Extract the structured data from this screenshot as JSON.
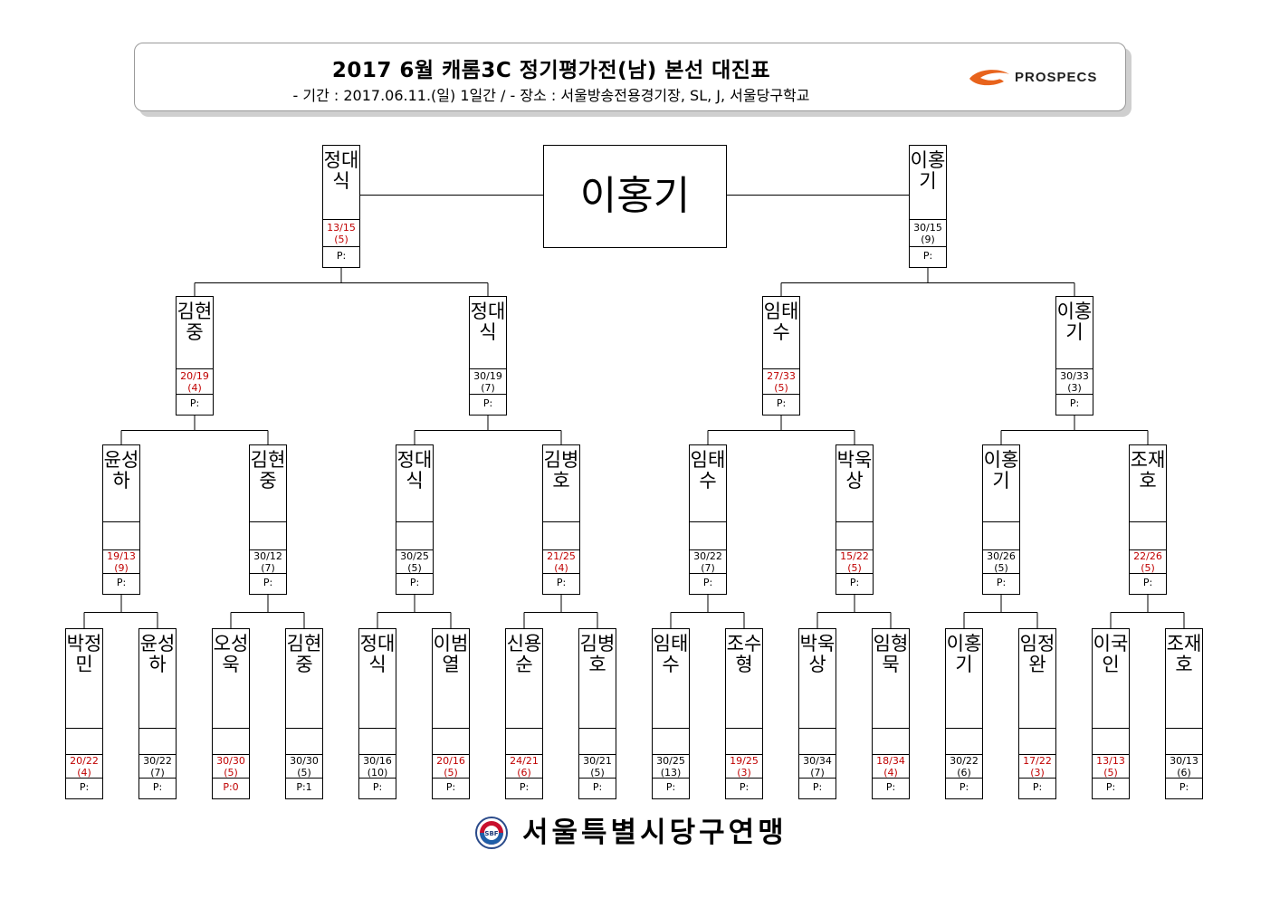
{
  "header": {
    "title": "2017 6월 캐롬3C 정기평가전(남) 본선 대진표",
    "subtitle": "- 기간 : 2017.06.11.(일) 1일간 / - 장소 : 서울방송전용경기장, SL, J, 서울당구학교",
    "sponsor": "PROSPECS"
  },
  "champion": "이홍기",
  "footer": {
    "organization": "서울특별시당구연맹",
    "seal_text": "SBF"
  },
  "colors": {
    "loss": "#c00000",
    "line": "#000000",
    "border": "#9a9a9a"
  },
  "bracket": {
    "round16": [
      {
        "name": "박정민",
        "score": "20/22",
        "inn": "(4)",
        "p": "P:",
        "red": true
      },
      {
        "name": "윤성하",
        "score": "30/22",
        "inn": "(7)",
        "p": "P:",
        "red": false
      },
      {
        "name": "오성욱",
        "score": "30/30",
        "inn": "(5)",
        "p": "P:0",
        "red": true
      },
      {
        "name": "김현중",
        "score": "30/30",
        "inn": "(5)",
        "p": "P:1",
        "red": false
      },
      {
        "name": "정대식",
        "score": "30/16",
        "inn": "(10)",
        "p": "P:",
        "red": false
      },
      {
        "name": "이범열",
        "score": "20/16",
        "inn": "(5)",
        "p": "P:",
        "red": true
      },
      {
        "name": "신용순",
        "score": "24/21",
        "inn": "(6)",
        "p": "P:",
        "red": true
      },
      {
        "name": "김병호",
        "score": "30/21",
        "inn": "(5)",
        "p": "P:",
        "red": false
      },
      {
        "name": "임태수",
        "score": "30/25",
        "inn": "(13)",
        "p": "P:",
        "red": false
      },
      {
        "name": "조수형",
        "score": "19/25",
        "inn": "(3)",
        "p": "P:",
        "red": true
      },
      {
        "name": "박욱상",
        "score": "30/34",
        "inn": "(7)",
        "p": "P:",
        "red": false
      },
      {
        "name": "임형묵",
        "score": "18/34",
        "inn": "(4)",
        "p": "P:",
        "red": true
      },
      {
        "name": "이홍기",
        "score": "30/22",
        "inn": "(6)",
        "p": "P:",
        "red": false
      },
      {
        "name": "임정완",
        "score": "17/22",
        "inn": "(3)",
        "p": "P:",
        "red": true
      },
      {
        "name": "이국인",
        "score": "13/13",
        "inn": "(5)",
        "p": "P:",
        "red": true
      },
      {
        "name": "조재호",
        "score": "30/13",
        "inn": "(6)",
        "p": "P:",
        "red": false
      }
    ],
    "quarter": [
      {
        "name": "윤성하",
        "score": "19/13",
        "inn": "(9)",
        "p": "P:",
        "red": true
      },
      {
        "name": "김현중",
        "score": "30/12",
        "inn": "(7)",
        "p": "P:",
        "red": false
      },
      {
        "name": "정대식",
        "score": "30/25",
        "inn": "(5)",
        "p": "P:",
        "red": false
      },
      {
        "name": "김병호",
        "score": "21/25",
        "inn": "(4)",
        "p": "P:",
        "red": true
      },
      {
        "name": "임태수",
        "score": "30/22",
        "inn": "(7)",
        "p": "P:",
        "red": false
      },
      {
        "name": "박욱상",
        "score": "15/22",
        "inn": "(5)",
        "p": "P:",
        "red": true
      },
      {
        "name": "이홍기",
        "score": "30/26",
        "inn": "(5)",
        "p": "P:",
        "red": false
      },
      {
        "name": "조재호",
        "score": "22/26",
        "inn": "(5)",
        "p": "P:",
        "red": true
      }
    ],
    "semi": [
      {
        "name": "김현중",
        "score": "20/19",
        "inn": "(4)",
        "p": "P:",
        "red": true
      },
      {
        "name": "정대식",
        "score": "30/19",
        "inn": "(7)",
        "p": "P:",
        "red": false
      },
      {
        "name": "임태수",
        "score": "27/33",
        "inn": "(5)",
        "p": "P:",
        "red": true
      },
      {
        "name": "이홍기",
        "score": "30/33",
        "inn": "(3)",
        "p": "P:",
        "red": false
      }
    ],
    "final": [
      {
        "name": "정대식",
        "score": "13/15",
        "inn": "(5)",
        "p": "P:",
        "red": true
      },
      {
        "name": "이홍기",
        "score": "30/15",
        "inn": "(9)",
        "p": "P:",
        "red": false
      }
    ]
  }
}
